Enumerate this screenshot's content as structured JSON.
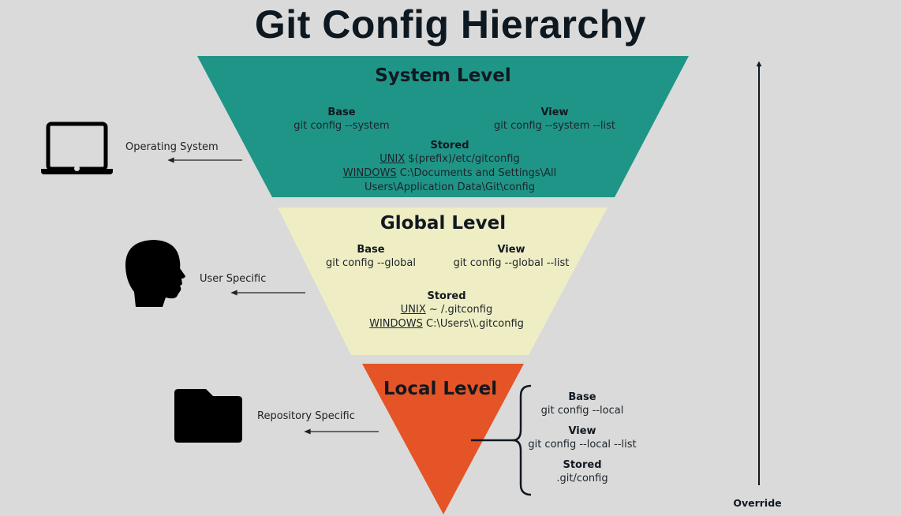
{
  "title": "Git Config Hierarchy",
  "colors": {
    "background": "#dadada",
    "system": "#1f9587",
    "global": "#efedc4",
    "local": "#e55426",
    "text": "#111820"
  },
  "levels": {
    "system": {
      "title": "System Level",
      "base_label": "Base",
      "base_value": "git config --system",
      "view_label": "View",
      "view_value": "git config --system --list",
      "stored_label": "Stored",
      "unix_label": "UNIX",
      "unix_value": " $(prefix)/etc/gitconfig",
      "windows_label": "WINDOWS",
      "windows_value": " C:\\Documents and Settings\\All",
      "windows_value_2": "Users\\Application Data\\Git\\config",
      "side_label": "Operating System",
      "side_icon": "laptop-icon"
    },
    "global": {
      "title": "Global Level",
      "base_label": "Base",
      "base_value": "git config --global",
      "view_label": "View",
      "view_value": "git config --global --list",
      "stored_label": "Stored",
      "unix_label": "UNIX",
      "unix_value": " ~ /.gitconfig",
      "windows_label": "WINDOWS",
      "windows_value": " C:\\Users\\\\.gitconfig",
      "side_label": "User Specific",
      "side_icon": "user-head-icon"
    },
    "local": {
      "title": "Local Level",
      "base_label": "Base",
      "base_value": "git config --local",
      "view_label": "View",
      "view_value": "git config --local --list",
      "stored_label": "Stored",
      "stored_value": ".git/config",
      "side_label": "Repository Specific",
      "side_icon": "folder-icon"
    }
  },
  "override_label": "Override"
}
